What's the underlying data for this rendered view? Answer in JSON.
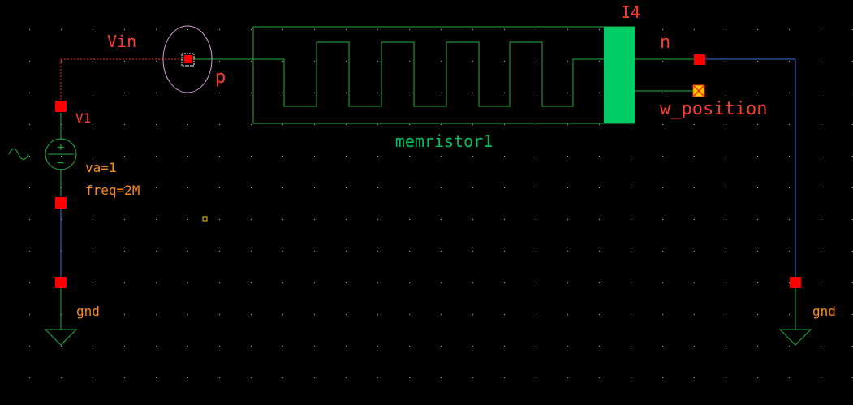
{
  "schematic": {
    "net_vin_label": "Vin",
    "pin_p_label": "p",
    "pin_n_label": "n",
    "pin_w_position_label": "w_position",
    "instance_name": "I4",
    "cell_name": "memristor1",
    "source_name": "V1",
    "source_param_va": "va=1",
    "source_param_freq": "freq=2M",
    "gnd_left_label": "gnd",
    "gnd_right_label": "gnd",
    "source_plus_symbol": "+",
    "source_minus_symbol": "−",
    "source_ac_symbol": "∼"
  },
  "colors": {
    "background": "#000000",
    "wire": "#3f6fd6",
    "symbol": "#20b040",
    "pin": "#ff0000",
    "pin_label": "#ff3b30",
    "param_label": "#ff8c1a",
    "terminal_bar": "#00cc66",
    "selection_oval": "#e0a0e0",
    "dashed_net": "#ff2020",
    "grid_dot": "#bbbbbb"
  }
}
